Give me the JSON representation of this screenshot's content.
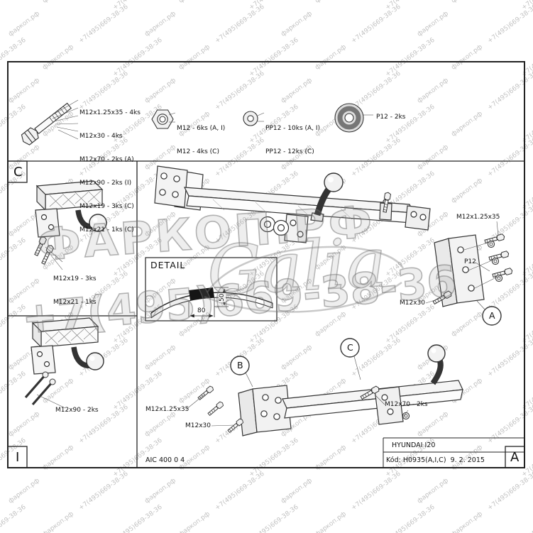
{
  "frame": {
    "corner_c": "C",
    "corner_i": "I",
    "corner_a": "A"
  },
  "parts_strip": {
    "bolt_labels": [
      "M12x1.25x35 - 4ks",
      "M12x30 - 4ks",
      "M12x70 - 2ks (A)",
      "M12x90 - 2ks (I)",
      "M12x19 - 3ks (C)",
      "M12x21 - 1ks (C)"
    ],
    "nut_labels": [
      "M12 - 6ks (A, I)",
      "M12 - 4ks (C)"
    ],
    "washer_labels": [
      "PP12 - 10ks (A, I)",
      "PP12 - 12ks (C)"
    ],
    "big_washer_label": "P12 - 2ks"
  },
  "view_c": {
    "annotations": [
      "M12x19 - 3ks",
      "M12x21 - 1ks"
    ]
  },
  "view_i": {
    "annotation": "M12x90 - 2ks"
  },
  "main_view": {
    "detail_title": "DETAIL",
    "dim_width": "80",
    "dim_height": "50",
    "callout_a": "A",
    "callout_b": "B",
    "callout_c": "C",
    "ann_bolt_125": "M12x1.25x35",
    "ann_p12": "P12",
    "ann_m12x30": "M12x30",
    "ann_m12x70": "M12x70 - 2ks"
  },
  "title_block": {
    "model": "HYUNDAI I20",
    "code": "AIC 400 0 4",
    "kod_line": "Kód: H0935(A,I,C)  9. 2. 2015"
  },
  "watermark": {
    "big_site": "ФАРКОП.РФ",
    "big_phone": "+7(495)669-38-36",
    "brand": "Galia",
    "tile_site": "фаркоп.рф",
    "tile_phone": "+7(495)669-38-36"
  }
}
